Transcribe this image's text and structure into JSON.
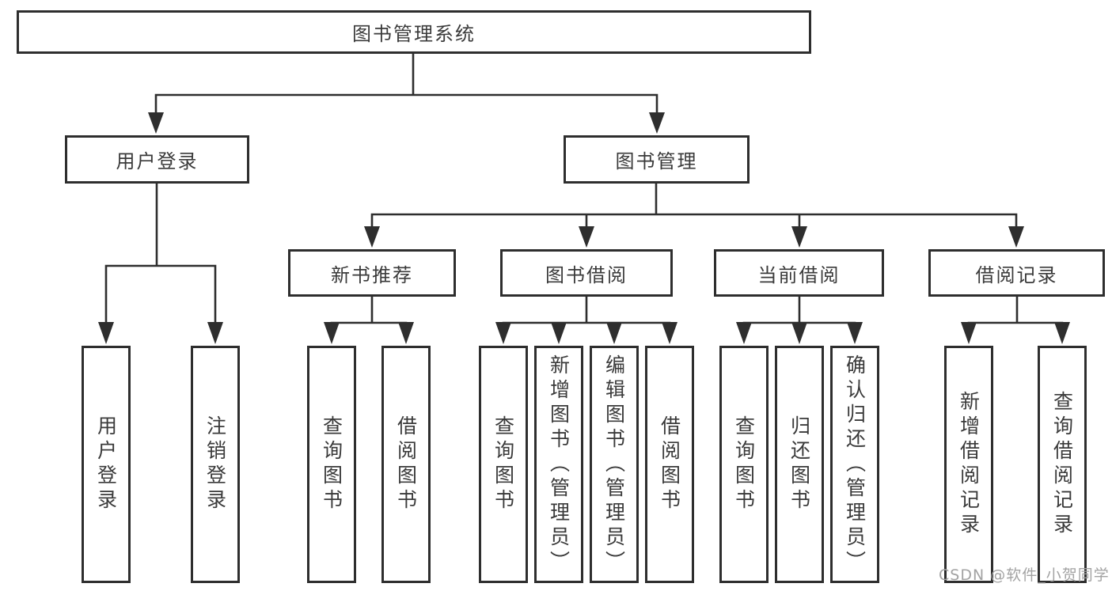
{
  "tree": {
    "label": "图书管理系统",
    "children": [
      {
        "label": "用户登录",
        "children": [
          {
            "label": "用户登录"
          },
          {
            "label": "注销登录"
          }
        ]
      },
      {
        "label": "图书管理",
        "children": [
          {
            "label": "新书推荐",
            "children": [
              {
                "label": "查询图书"
              },
              {
                "label": "借阅图书"
              }
            ]
          },
          {
            "label": "图书借阅",
            "children": [
              {
                "label": "查询图书"
              },
              {
                "label": "新增图书（管理员）"
              },
              {
                "label": "编辑图书（管理员）"
              },
              {
                "label": "借阅图书"
              }
            ]
          },
          {
            "label": "当前借阅",
            "children": [
              {
                "label": "查询图书"
              },
              {
                "label": "归还图书"
              },
              {
                "label": "确认归还（管理员）"
              }
            ]
          },
          {
            "label": "借阅记录",
            "children": [
              {
                "label": "新增借阅记录"
              },
              {
                "label": "查询借阅记录"
              }
            ]
          }
        ]
      }
    ]
  },
  "watermark": {
    "text": "CSDN @软件_小贺同学"
  },
  "colors": {
    "line": "#2e2e2e",
    "text": "#3a3a3a",
    "watermark_text": "#a3a3a3",
    "background": "#ffffff"
  }
}
